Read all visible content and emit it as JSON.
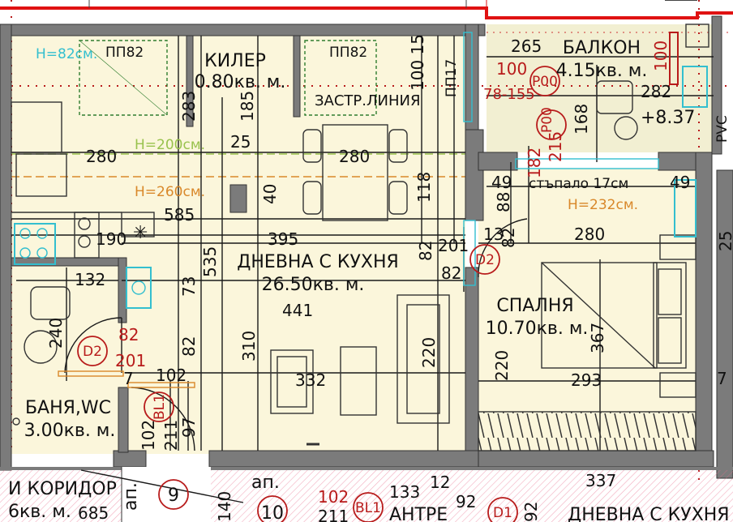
{
  "colors": {
    "wall": "#7b7b7b",
    "floor": "#fbf6db",
    "balcony_floor": "#f2efd2",
    "dimension_line": "#1a1a1a",
    "red_boundary": "#e01212",
    "red_markers": "#b81b1b",
    "cyan_fixtures": "#33bfcf",
    "orange_line": "#d9882a",
    "green_line": "#99c24d",
    "pink_hatch": "#e86a8a"
  },
  "rooms": {
    "pantry": {
      "name": "КИЛЕР",
      "area": "0.80кв. м."
    },
    "living": {
      "name": "ДНЕВНА С КУХНЯ",
      "area": "26.50кв. м."
    },
    "balcony": {
      "name": "БАЛКОН",
      "area": "4.15кв. м."
    },
    "bedroom": {
      "name": "СПАЛНЯ",
      "area": "10.70кв. м."
    },
    "bath": {
      "name": "БАНЯ,WC",
      "area": "3.00кв. м."
    },
    "corridor": {
      "name": "И КОРИДОР",
      "area": "6кв. м."
    },
    "entry": {
      "name": "АНТРЕ"
    },
    "next_living": {
      "name": "ДНЕВНА С КУХНЯ"
    }
  },
  "labels": {
    "pp82_left": "ПП82",
    "pp82_right": "ПП82",
    "pp17": "ПП17",
    "zastr": "ЗАСТР.ЛИНИЯ",
    "h82": "H=82см.",
    "h200": "H=200см.",
    "h260": "H=260см.",
    "h232": "H=232см.",
    "stupalo": "стъпало 17см",
    "plus837": "+8.37",
    "rvs": "PVC",
    "ap": "ап.",
    "ap_9": "9",
    "ap_10": "10",
    "star": "✳"
  },
  "door_tags": {
    "d2_bath": "D2",
    "d2_bed": "D2",
    "bl1": "BL1",
    "bl1_next": "BL1",
    "p00_a": "P00",
    "p00_b": "P00",
    "d1": "D1"
  },
  "dimensions": {
    "d265": "265",
    "d100a": "100",
    "d282": "282",
    "d78_155": "78-155",
    "d168": "168",
    "d182": "182",
    "d215": "215",
    "d100v": "100",
    "d100_15": "100 15",
    "d283": "283",
    "d185": "185",
    "d25": "25",
    "d280a": "280",
    "d280b": "280",
    "d40": "40",
    "d118": "118",
    "d585": "585",
    "d395": "395",
    "d190": "190",
    "d49a": "49",
    "d49b": "49",
    "d88": "88",
    "d13": "13",
    "d82a": "82",
    "d82b": "82",
    "d201a": "201",
    "d82c": "82",
    "d280c": "280",
    "d535": "535",
    "d73": "73",
    "d441": "441",
    "d132": "132",
    "d240": "240",
    "d82d": "82",
    "d201b": "201",
    "d82e": "82",
    "d310": "310",
    "d220a": "220",
    "d220b": "220",
    "d367": "367",
    "d293": "293",
    "d102a": "102",
    "d332": "332",
    "d102b": "102",
    "d211": "211",
    "d97": "97",
    "d7a": "7",
    "d7b": "7",
    "d685": "685",
    "d140": "140",
    "d133": "133",
    "d12": "12",
    "d92": "92",
    "d337": "337",
    "d102c": "102",
    "d211b": "211",
    "d92b": "92",
    "d25b": "25"
  }
}
